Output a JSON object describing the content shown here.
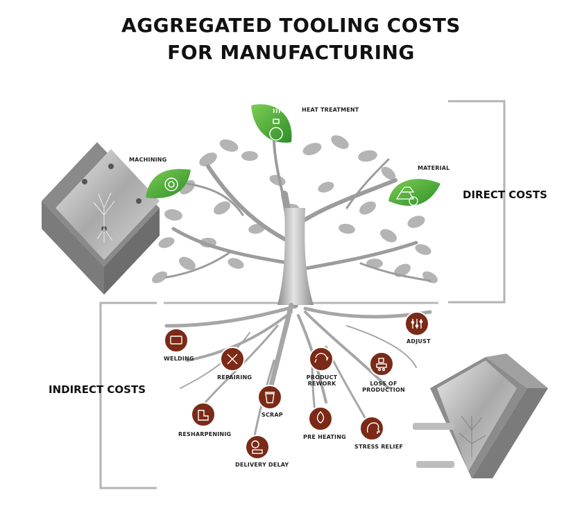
{
  "title": {
    "line1": "AGGREGATED TOOLING COSTS",
    "line2": "FOR MANUFACTURING"
  },
  "direct_costs": {
    "label": "DIRECT COSTS",
    "items": {
      "machining": "MACHINING",
      "heat_treatment": "HEAT TREATMENT",
      "material": "MATERIAL"
    }
  },
  "indirect_costs": {
    "label": "INDIRECT COSTS",
    "items": {
      "welding": "WELDING",
      "repairing": "REPAIRING",
      "product_rework_1": "PRODUCT",
      "product_rework_2": "REWORK",
      "loss_of_production_1": "LOSS OF",
      "loss_of_production_2": "PRODUCTION",
      "adjust": "ADJUST",
      "scrap": "SCRAP",
      "resharpening": "RESHARPENINIG",
      "delivery_delay": "DELIVERY DELAY",
      "pre_heating": "PRE HEATING",
      "stress_relief": "STRESS RELIEF"
    }
  },
  "colors": {
    "leaf_green": "#4caf3e",
    "icon_brown": "#7a2a16",
    "tree_gray": "#a8a8a8",
    "bracket_gray": "#b0b0b0"
  },
  "icons": {
    "machining": "gear-dollar-icon",
    "heat_treatment": "flask-dollar-icon",
    "material": "gold-bars-dollar-icon",
    "welding": "welding-machine-icon",
    "repairing": "wrench-screwdriver-icon",
    "product_rework": "rework-cycle-icon",
    "loss_of_production": "conveyor-icon",
    "adjust": "sliders-icon",
    "scrap": "trash-bin-icon",
    "resharpening": "blade-icon",
    "delivery_delay": "truck-clock-icon",
    "pre_heating": "flame-icon",
    "stress_relief": "head-brain-icon"
  }
}
